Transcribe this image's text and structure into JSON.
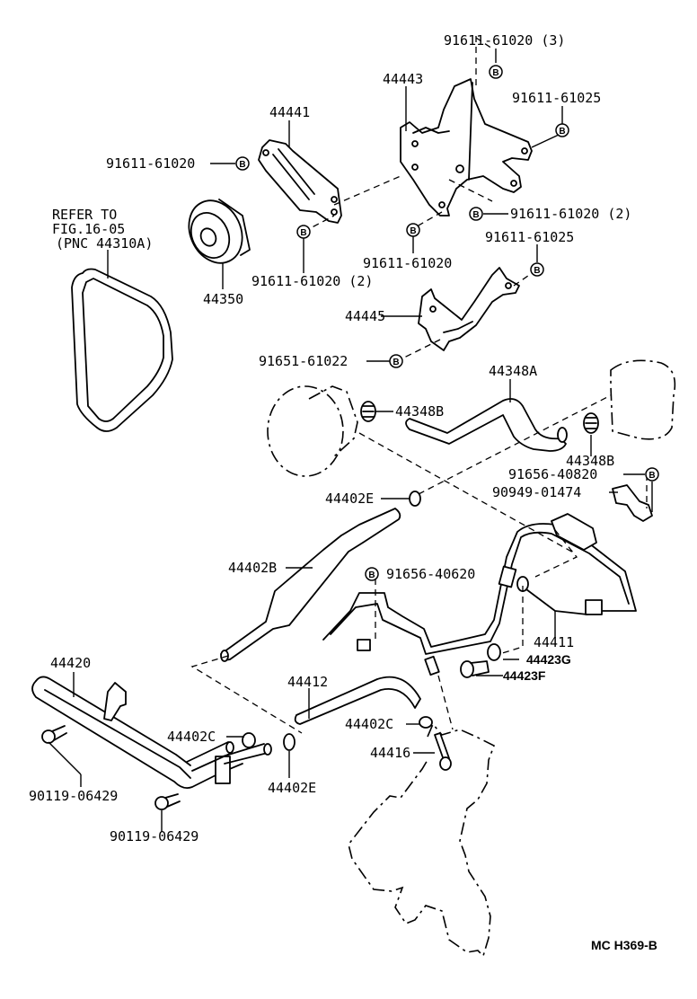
{
  "figure": {
    "title": "Power steering vane pump & reservoir / oil cooler & tube parts diagram",
    "code": "MC H369-B",
    "bolt_marker": "B"
  },
  "refer_note": {
    "line1": "REFER TO",
    "line2": "FIG.16-05",
    "line3": "(PNC 44310A)"
  },
  "labels": {
    "p91611_61020_x3": "91611-61020 (3)",
    "p44443": "44443",
    "p91611_61025_a": "91611-61025",
    "p44441": "44441",
    "p91611_61020_left": "91611-61020",
    "p91611_61020_x2_right": "91611-61020 (2)",
    "p91611_61025_b": "91611-61025",
    "p91611_61020_mid": "91611-61020",
    "p91611_61020_x2_left": "91611-61020 (2)",
    "p44350": "44350",
    "p44445": "44445",
    "p91651_61022": "91651-61022",
    "p44348A": "44348A",
    "p44348B_left": "44348B",
    "p44348B_right": "44348B",
    "p91656_40820": "91656-40820",
    "p90949_01474": "90949-01474",
    "p44402E_top": "44402E",
    "p44402B": "44402B",
    "p91656_40620": "91656-40620",
    "p44411": "44411",
    "p44423G": "44423G",
    "p44423F": "44423F",
    "p44420": "44420",
    "p44412": "44412",
    "p44402C_left": "44402C",
    "p44402C_right": "44402C",
    "p44416": "44416",
    "p90119_06429_a": "90119-06429",
    "p90119_06429_b": "90119-06429",
    "p44402E_bottom": "44402E"
  }
}
